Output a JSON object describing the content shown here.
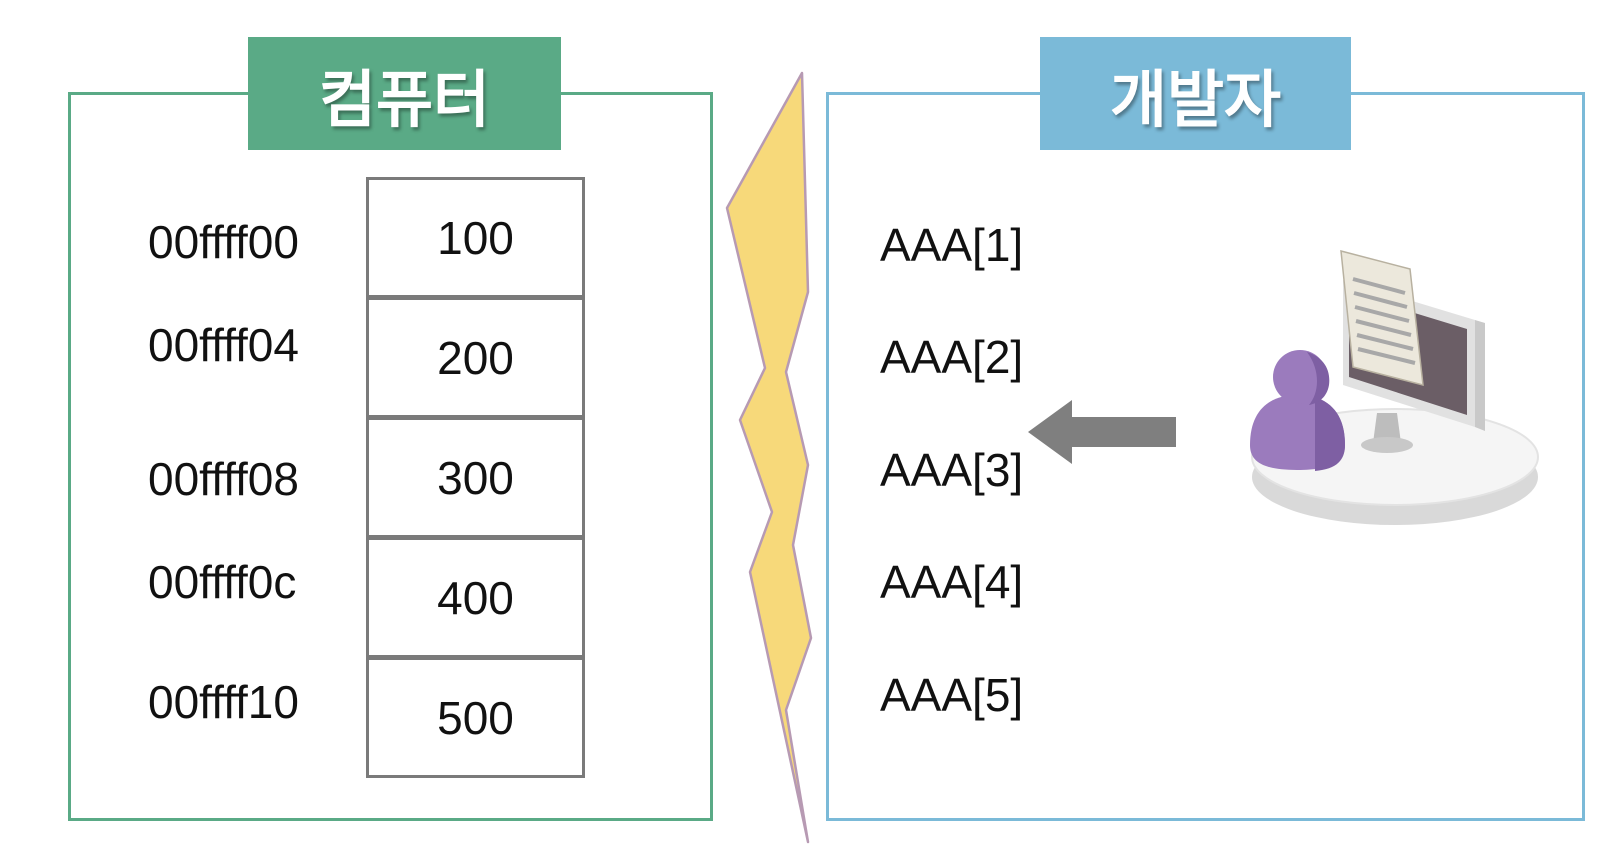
{
  "computer": {
    "title": "컴퓨터",
    "addresses": [
      "00ffff00",
      "00ffff04",
      "00ffff08",
      "00ffff0c",
      "00ffff10"
    ],
    "values": [
      "100",
      "200",
      "300",
      "400",
      "500"
    ]
  },
  "developer": {
    "title": "개발자",
    "elements": [
      "AAA[1]",
      "AAA[2]",
      "AAA[3]",
      "AAA[4]",
      "AAA[5]"
    ],
    "icon": "developer-at-computer-icon"
  },
  "colors": {
    "computer_accent": "#5aaa86",
    "developer_accent": "#7bbad8",
    "divider": "#f7d97a",
    "arrow": "#7f7f7f",
    "person": "#9b7bbd"
  }
}
